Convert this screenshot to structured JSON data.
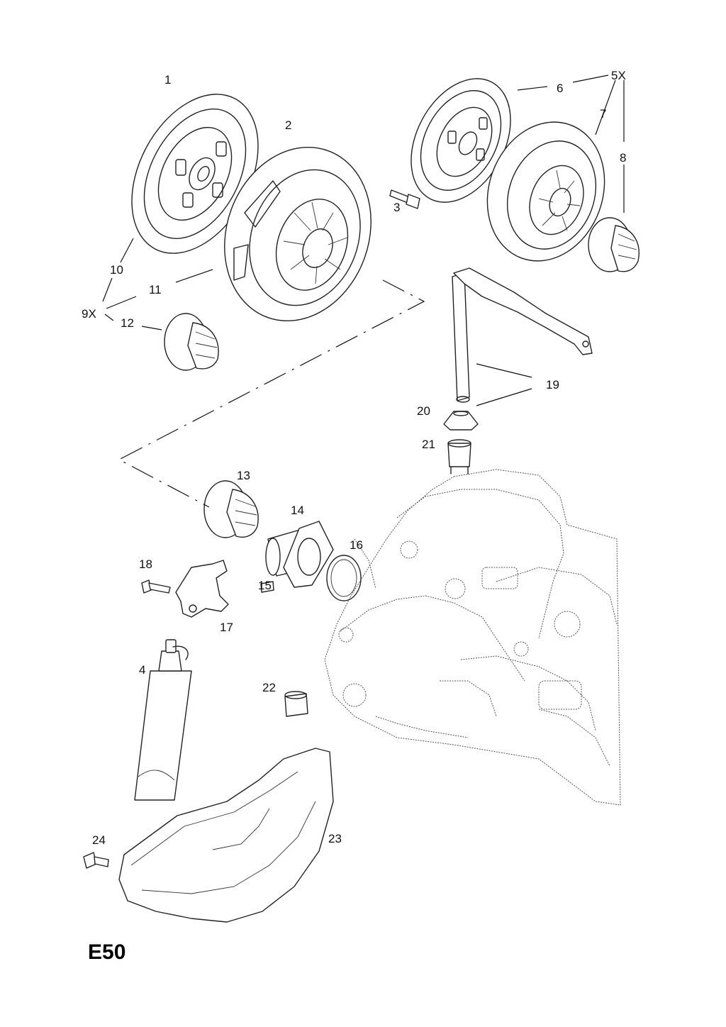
{
  "diagram_code": "E50",
  "parts": {
    "p1": "1",
    "p2": "2",
    "p3": "3",
    "p4": "4",
    "p5x": "5X",
    "p6": "6",
    "p7": "7",
    "p8": "8",
    "p9x": "9X",
    "p10": "10",
    "p11": "11",
    "p12": "12",
    "p13": "13",
    "p14": "14",
    "p15": "15",
    "p16": "16",
    "p17": "17",
    "p18": "18",
    "p19": "19",
    "p20": "20",
    "p21": "21",
    "p22": "22",
    "p23": "23",
    "p24": "24"
  }
}
